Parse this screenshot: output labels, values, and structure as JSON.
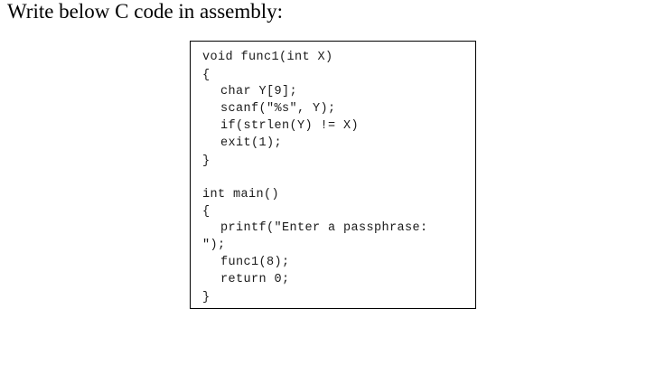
{
  "question": "Write below C code in assembly:",
  "code": {
    "lines": [
      "void func1(int X)",
      "{",
      "char Y[9];",
      "scanf(\"%s\", Y);",
      "if(strlen(Y) != X)",
      "exit(1);",
      "}",
      "int main()",
      "{",
      "printf(\"Enter a passphrase:",
      "\");",
      "func1(8);",
      "return 0;",
      "}"
    ]
  }
}
